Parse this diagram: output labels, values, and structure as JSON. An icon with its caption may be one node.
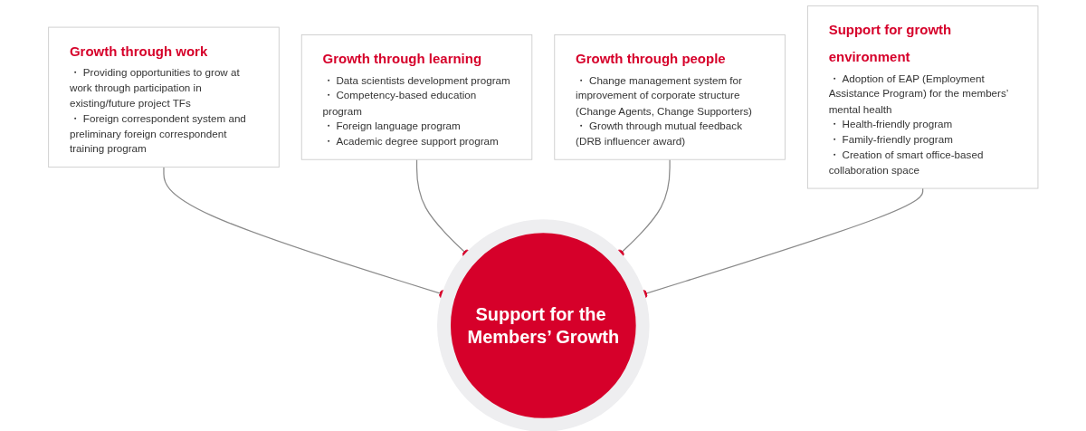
{
  "diagram": {
    "nodes": [
      {
        "text": [
          "Growth through work",
          "・ Providing opportunities to grow at work through participation in existing/future project TFs",
          "・ Foreign correspondent system and preliminary foreign correspondent training program"
        ]
      },
      {
        "text": [
          "Growth through learning",
          "・ Data scientists development program",
          "・ Competency-based education program",
          "・ Foreign language program",
          "・ Academic degree support program"
        ]
      },
      {
        "text": [
          "Support for the Members’ Growth"
        ]
      },
      {
        "text": [
          "Growth through people",
          "・ Change management system for improvement of corporate structure (Change Agents, Change Supporters)",
          "・ Growth through mutual feedback (DRB influencer award)"
        ]
      },
      {
        "text": [
          "Support for growth environment",
          "・ Adoption of EAP (Employment Assistance Program) for the members’ mental health",
          "・ Health-friendly program",
          "・ Family-friendly program",
          "・ Creation of smart office-based collaboration space"
        ]
      }
    ],
    "edges": [
      {
        "from": 0,
        "to": 2,
        "arrow": "other"
      },
      {
        "from": 1,
        "to": 2,
        "arrow": "other"
      },
      {
        "from": 3,
        "to": 2,
        "arrow": "other"
      },
      {
        "from": 4,
        "to": 2,
        "arrow": "other"
      }
    ]
  }
}
